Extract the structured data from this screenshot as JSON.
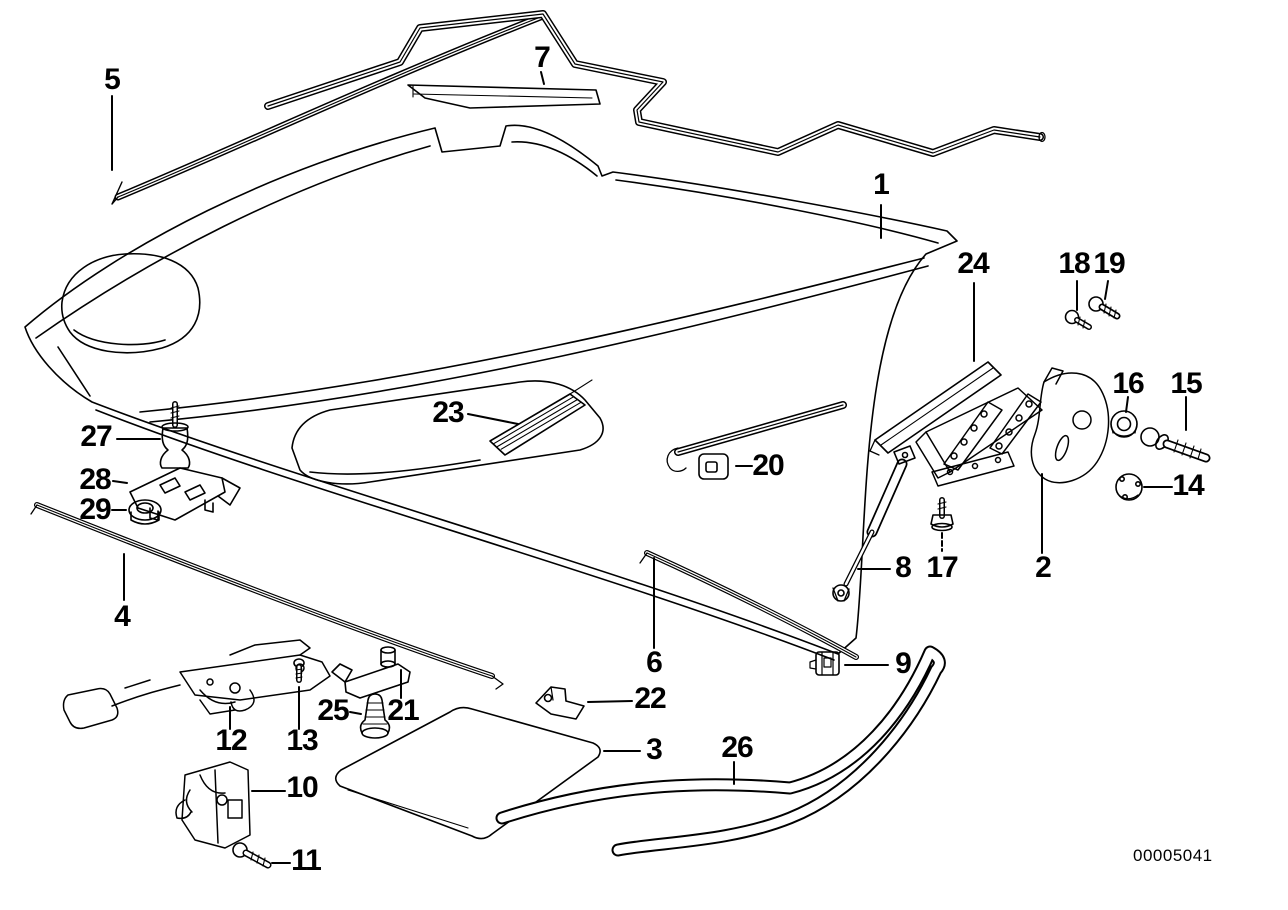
{
  "page": {
    "background_color": "#ffffff",
    "line_color": "#000000",
    "text_color": "#000000"
  },
  "diagram": {
    "image_number": "00005041",
    "callouts": {
      "c1": "1",
      "c2": "2",
      "c3": "3",
      "c4": "4",
      "c5": "5",
      "c6": "6",
      "c7": "7",
      "c8": "8",
      "c9": "9",
      "c10": "10",
      "c11": "11",
      "c12": "12",
      "c13": "13",
      "c14": "14",
      "c15": "15",
      "c16": "16",
      "c17": "17",
      "c18": "18",
      "c19": "19",
      "c20": "20",
      "c21": "21",
      "c22": "22",
      "c23": "23",
      "c24": "24",
      "c25": "25",
      "c26": "26",
      "c27": "27",
      "c28": "28",
      "c29": "29"
    }
  }
}
